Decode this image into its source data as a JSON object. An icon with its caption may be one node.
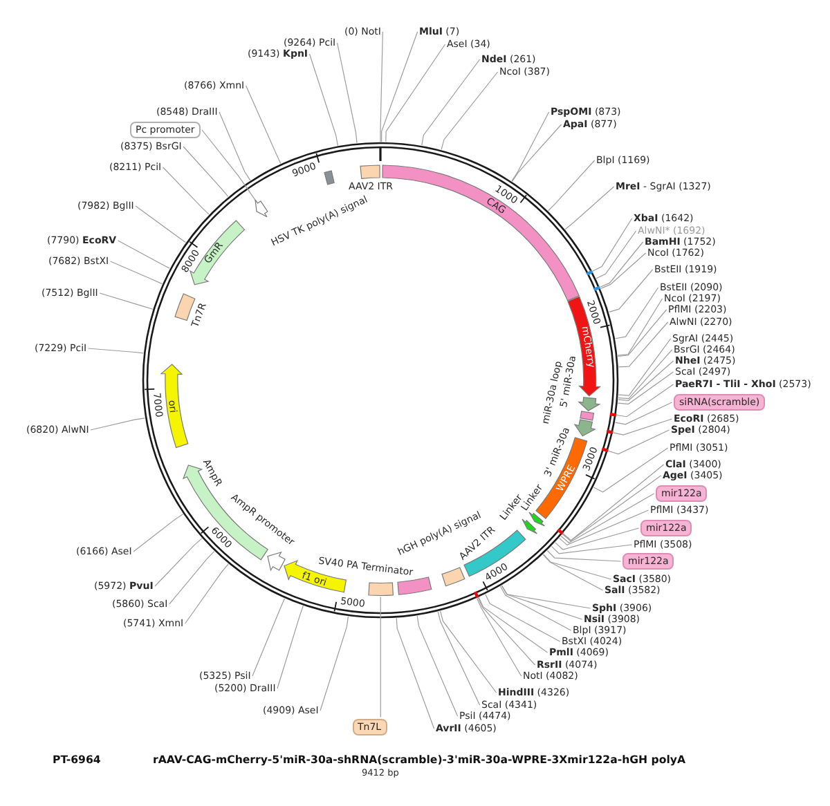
{
  "diagram": {
    "title": "rAAV-CAG-mCherry-5'miR-30a-shRNA(scramble)-3'miR-30a-WPRE-3Xmir122a-hGH polyA",
    "nodes": [
      {
        "text": [],
        "shape": "circle"
      },
      {
        "text": [
          "AAV2 ITR"
        ],
        "in": 0
      },
      {
        "text": [
          "CAG"
        ],
        "in": 0
      },
      {
        "text": [
          "mCherry"
        ],
        "in": 0
      },
      {
        "text": [
          "5' miR-30a"
        ],
        "in": 0
      },
      {
        "text": [
          "miR-30a loop"
        ],
        "in": 0
      },
      {
        "text": [
          "3' miR-30a"
        ],
        "in": 0
      },
      {
        "text": [
          "WPRE"
        ],
        "in": 0
      },
      {
        "text": [
          "Linker"
        ],
        "in": 0
      },
      {
        "text": [
          "Linker"
        ],
        "in": 0
      },
      {
        "text": [
          "hGH poly(A) signal"
        ],
        "in": 0
      },
      {
        "text": [
          "AAV2 ITR"
        ],
        "in": 0
      },
      {
        "text": [
          "SV40 PA Terminator"
        ],
        "in": 0
      },
      {
        "text": [],
        "shape": "box",
        "in": 0
      },
      {
        "text": [
          "f1 ori"
        ],
        "in": 0
      },
      {
        "text": [
          "AmpR promoter"
        ],
        "in": 0
      },
      {
        "text": [
          "AmpR"
        ],
        "in": 0
      },
      {
        "text": [
          "ori"
        ],
        "in": 0
      },
      {
        "text": [
          "Tn7R"
        ],
        "in": 0
      },
      {
        "text": [
          "GmR"
        ],
        "in": 0
      },
      {
        "text": [],
        "shape": "arrow",
        "in": 0
      },
      {
        "text": [
          "HSV TK poly(A) signal"
        ],
        "in": 0
      },
      {
        "text": [
          "(0) NotI"
        ]
      },
      {
        "text": [
          "**MluI** (7)"
        ]
      },
      {
        "text": [
          "AseI (34)"
        ]
      },
      {
        "text": [
          "**NdeI** (261)"
        ]
      },
      {
        "text": [
          "NcoI (387)"
        ]
      },
      {
        "text": [
          "**PspOMI** (873)"
        ]
      },
      {
        "text": [
          "**ApaI** (877)"
        ]
      },
      {
        "text": [
          "BlpI (1169)"
        ]
      },
      {
        "text": [
          "**MreI** - SgrAI (1327)"
        ]
      },
      {
        "text": [
          "**XbaI** (1642)"
        ]
      },
      {
        "text": [
          "AlwNI* (1692)"
        ]
      },
      {
        "text": [
          "**BamHI** (1752)"
        ]
      },
      {
        "text": [
          "NcoI (1762)"
        ]
      },
      {
        "text": [
          "BstEII (1919)"
        ]
      },
      {
        "text": [
          "BstEII (2090)"
        ]
      },
      {
        "text": [
          "NcoI (2197)"
        ]
      },
      {
        "text": [
          "PflMI (2203)"
        ]
      },
      {
        "text": [
          "AlwNI (2270)"
        ]
      },
      {
        "text": [
          "SgrAI (2445)"
        ]
      },
      {
        "text": [
          "BsrGI (2464)"
        ]
      },
      {
        "text": [
          "**NheI** (2475)"
        ]
      },
      {
        "text": [
          "ScaI (2497)"
        ]
      },
      {
        "text": [
          "**PaeR7I - TliI - XhoI** (2573)"
        ]
      },
      {
        "text": [
          "siRNA(scramble)"
        ]
      },
      {
        "text": [
          "**EcoRI** (2685)"
        ]
      },
      {
        "text": [
          "**SpeI** (2804)"
        ]
      },
      {
        "text": [
          "PflMI (3051)"
        ]
      },
      {
        "text": [
          "**ClaI** (3400)"
        ]
      },
      {
        "text": [
          "**AgeI** (3405)"
        ]
      },
      {
        "text": [
          "mir122a"
        ]
      },
      {
        "text": [
          "PflMI (3437)"
        ]
      },
      {
        "text": [
          "mir122a"
        ]
      },
      {
        "text": [
          "PflMI (3508)"
        ]
      },
      {
        "text": [
          "mir122a"
        ]
      },
      {
        "text": [
          "**SacI** (3580)"
        ]
      },
      {
        "text": [
          "**SalI** (3582)"
        ]
      },
      {
        "text": [
          "**SphI** (3906)"
        ]
      },
      {
        "text": [
          "**NsiI** (3908)"
        ]
      },
      {
        "text": [
          "BlpI (3917)"
        ]
      },
      {
        "text": [
          "BstXI (4024)"
        ]
      },
      {
        "text": [
          "**PmlI** (4069)"
        ]
      },
      {
        "text": [
          "**RsrII** (4074)"
        ]
      },
      {
        "text": [
          "NotI (4082)"
        ]
      },
      {
        "text": [
          "**HindIII** (4326)"
        ]
      },
      {
        "text": [
          "ScaI (4341)"
        ]
      },
      {
        "text": [
          "PsiI (4474)"
        ]
      },
      {
        "text": [
          "**AvrII** (4605)"
        ]
      },
      {
        "text": [
          "Tn7L"
        ]
      },
      {
        "text": [
          "(4909) AseI"
        ]
      },
      {
        "text": [
          "(5200) DraIII"
        ]
      },
      {
        "text": [
          "(5325) PsiI"
        ]
      },
      {
        "text": [
          "(5741) XmnI"
        ]
      },
      {
        "text": [
          "(5860) ScaI"
        ]
      },
      {
        "text": [
          "(5972) **PvuI**"
        ]
      },
      {
        "text": [
          "(6166) AseI"
        ]
      },
      {
        "text": [
          "(6820) AlwNI"
        ]
      },
      {
        "text": [
          "(7229) PciI"
        ]
      },
      {
        "text": [
          "(7512) BglII"
        ]
      },
      {
        "text": [
          "(7682) BstXI"
        ]
      },
      {
        "text": [
          "(7790) **EcoRV**"
        ]
      },
      {
        "text": [
          "(7982) BglII"
        ]
      },
      {
        "text": [
          "(8211) PciI"
        ]
      },
      {
        "text": [
          "(8375) BsrGI"
        ]
      },
      {
        "text": [
          "Pc promoter"
        ]
      },
      {
        "text": [
          "(8548) DraIII"
        ]
      },
      {
        "text": [
          "(8766) XmnI"
        ]
      },
      {
        "text": [
          "(9143) **KpnI**"
        ]
      },
      {
        "text": [
          "(9264) PciI"
        ]
      }
    ],
    "edges": [
      {
        "from": 22,
        "to": 0,
        "arrow": "none"
      },
      {
        "from": 23,
        "to": 0,
        "arrow": "none"
      },
      {
        "from": 24,
        "to": 0,
        "arrow": "none"
      },
      {
        "from": 25,
        "to": 0,
        "arrow": "none"
      },
      {
        "from": 26,
        "to": 0,
        "arrow": "none"
      },
      {
        "from": 27,
        "to": 0,
        "arrow": "none"
      },
      {
        "from": 28,
        "to": 0,
        "arrow": "none"
      },
      {
        "from": 29,
        "to": 0,
        "arrow": "none"
      },
      {
        "from": 30,
        "to": 0,
        "arrow": "none"
      },
      {
        "from": 31,
        "to": 0,
        "arrow": "none"
      },
      {
        "from": 32,
        "to": 0,
        "arrow": "none"
      },
      {
        "from": 33,
        "to": 0,
        "arrow": "none"
      },
      {
        "from": 34,
        "to": 0,
        "arrow": "none"
      },
      {
        "from": 35,
        "to": 0,
        "arrow": "none"
      },
      {
        "from": 36,
        "to": 0,
        "arrow": "none"
      },
      {
        "from": 37,
        "to": 0,
        "arrow": "none"
      },
      {
        "from": 38,
        "to": 0,
        "arrow": "none"
      },
      {
        "from": 39,
        "to": 0,
        "arrow": "none"
      },
      {
        "from": 40,
        "to": 0,
        "arrow": "none"
      },
      {
        "from": 41,
        "to": 0,
        "arrow": "none"
      },
      {
        "from": 42,
        "to": 0,
        "arrow": "none"
      },
      {
        "from": 43,
        "to": 0,
        "arrow": "none"
      },
      {
        "from": 44,
        "to": 0,
        "arrow": "none"
      },
      {
        "from": 45,
        "to": 0,
        "arrow": "none"
      },
      {
        "from": 46,
        "to": 0,
        "arrow": "none"
      },
      {
        "from": 47,
        "to": 0,
        "arrow": "none"
      },
      {
        "from": 48,
        "to": 0,
        "arrow": "none"
      },
      {
        "from": 49,
        "to": 0,
        "arrow": "none"
      },
      {
        "from": 50,
        "to": 0,
        "arrow": "none"
      },
      {
        "from": 51,
        "to": 0,
        "arrow": "none"
      },
      {
        "from": 52,
        "to": 0,
        "arrow": "none"
      },
      {
        "from": 53,
        "to": 0,
        "arrow": "none"
      },
      {
        "from": 54,
        "to": 0,
        "arrow": "none"
      },
      {
        "from": 55,
        "to": 0,
        "arrow": "none"
      },
      {
        "from": 56,
        "to": 0,
        "arrow": "none"
      },
      {
        "from": 57,
        "to": 0,
        "arrow": "none"
      },
      {
        "from": 58,
        "to": 0,
        "arrow": "none"
      },
      {
        "from": 59,
        "to": 0,
        "arrow": "none"
      },
      {
        "from": 60,
        "to": 0,
        "arrow": "none"
      },
      {
        "from": 61,
        "to": 0,
        "arrow": "none"
      },
      {
        "from": 62,
        "to": 0,
        "arrow": "none"
      },
      {
        "from": 63,
        "to": 0,
        "arrow": "none"
      },
      {
        "from": 64,
        "to": 0,
        "arrow": "none"
      },
      {
        "from": 65,
        "to": 0,
        "arrow": "none"
      },
      {
        "from": 66,
        "to": 0,
        "arrow": "none"
      },
      {
        "from": 67,
        "to": 0,
        "arrow": "none"
      },
      {
        "from": 68,
        "to": 0,
        "arrow": "none"
      },
      {
        "from": 69,
        "to": 13,
        "arrow": "none"
      },
      {
        "from": 70,
        "to": 0,
        "arrow": "none"
      },
      {
        "from": 71,
        "to": 0,
        "arrow": "none"
      },
      {
        "from": 72,
        "to": 0,
        "arrow": "none"
      },
      {
        "from": 73,
        "to": 0,
        "arrow": "none"
      },
      {
        "from": 74,
        "to": 0,
        "arrow": "none"
      },
      {
        "from": 75,
        "to": 0,
        "arrow": "none"
      },
      {
        "from": 76,
        "to": 0,
        "arrow": "none"
      },
      {
        "from": 77,
        "to": 0,
        "arrow": "none"
      },
      {
        "from": 78,
        "to": 0,
        "arrow": "none"
      },
      {
        "from": 79,
        "to": 0,
        "arrow": "none"
      },
      {
        "from": 80,
        "to": 0,
        "arrow": "none"
      },
      {
        "from": 81,
        "to": 0,
        "arrow": "none"
      },
      {
        "from": 82,
        "to": 0,
        "arrow": "none"
      },
      {
        "from": 83,
        "to": 0,
        "arrow": "none"
      },
      {
        "from": 84,
        "to": 0,
        "arrow": "none"
      },
      {
        "from": 85,
        "to": 20,
        "arrow": "none"
      },
      {
        "from": 86,
        "to": 0,
        "arrow": "none"
      },
      {
        "from": 87,
        "to": 0,
        "arrow": "none"
      },
      {
        "from": 88,
        "to": 0,
        "arrow": "none"
      },
      {
        "from": 89,
        "to": 0,
        "arrow": "none"
      }
    ],
    "labels": [
      "1000",
      "2000",
      "3000",
      "4000",
      "5000",
      "6000",
      "7000",
      "8000",
      "9000",
      "PT-6964",
      "9412 bp"
    ]
  }
}
